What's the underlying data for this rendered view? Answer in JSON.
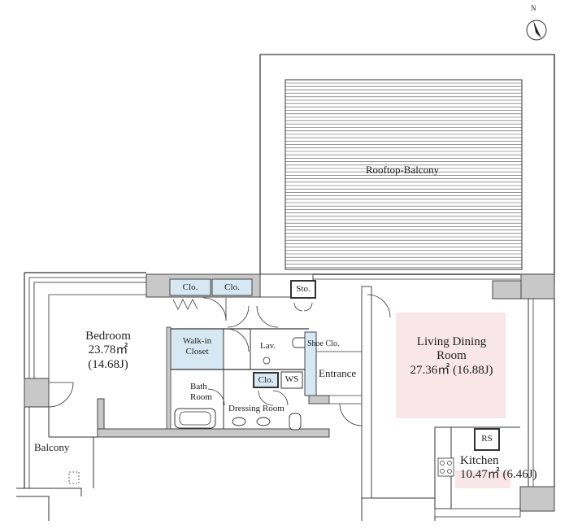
{
  "compass": {
    "letter": "N"
  },
  "rooms": {
    "rooftop_balcony": "Rooftop-Balcony",
    "bedroom": {
      "name": "Bedroom",
      "area": "23.78㎡",
      "tsubo": "(14.68J)"
    },
    "living": {
      "line1": "Living Dining",
      "line2": "Room",
      "area": "27.36㎡ (16.88J)"
    },
    "kitchen": {
      "name": "Kitchen",
      "area": "10.47㎡ (6.46J)"
    },
    "walk_in_closet": {
      "line1": "Walk-in",
      "line2": "Closet"
    },
    "bath": {
      "line1": "Bath",
      "line2": "Room"
    },
    "dressing_room": "Dressing Room",
    "lav": "Lav.",
    "entrance": "Entrance",
    "shoe_closet": "Shoe Clo.",
    "balcony": "Balcony",
    "closet_1": "Clo.",
    "closet_2": "Clo.",
    "closet_3": "Clo.",
    "storage": "Sto.",
    "ws": "WS",
    "rs": "RS"
  },
  "colors": {
    "wall": "#c8c8c8",
    "wall_stroke": "#444444",
    "closet_fill": "#d6e8f3",
    "living_highlight": "#f8e6e9",
    "line": "#333333"
  }
}
